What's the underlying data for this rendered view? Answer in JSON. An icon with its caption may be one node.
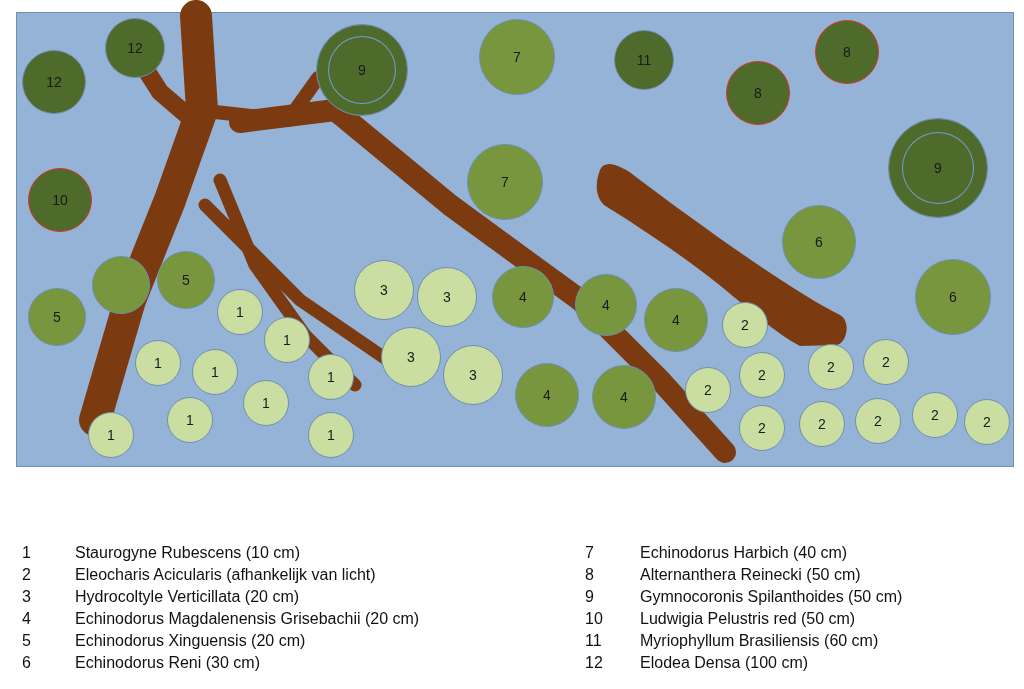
{
  "diagram": {
    "nodes": [
      {
        "text": [
          "12"
        ]
      },
      {
        "text": [
          "8"
        ]
      },
      {
        "text": [
          "7"
        ]
      },
      {
        "text": [
          "11"
        ]
      },
      {
        "text": [
          "9"
        ]
      },
      {
        "text": [
          "12"
        ]
      },
      {
        "text": [
          "8"
        ]
      },
      {
        "text": [
          "9"
        ]
      },
      {
        "text": [
          "7"
        ]
      },
      {
        "text": [
          "10"
        ]
      },
      {
        "text": [
          "6"
        ]
      },
      {
        "text": [
          "5"
        ]
      },
      {
        "text": [],
        "shape": "circle"
      },
      {
        "text": [
          "3"
        ]
      },
      {
        "text": [
          "3"
        ]
      },
      {
        "text": [
          "4"
        ]
      },
      {
        "text": [
          "6"
        ]
      },
      {
        "text": [
          "4"
        ]
      },
      {
        "text": [
          "1"
        ]
      },
      {
        "text": [
          "5"
        ]
      },
      {
        "text": [
          "4"
        ]
      },
      {
        "text": [
          "2"
        ]
      },
      {
        "text": [
          "1"
        ]
      },
      {
        "text": [
          "3"
        ]
      },
      {
        "text": [
          "2"
        ]
      },
      {
        "text": [
          "1"
        ]
      },
      {
        "text": [
          "2"
        ]
      },
      {
        "text": [
          "1"
        ]
      },
      {
        "text": [
          "3"
        ]
      },
      {
        "text": [
          "2"
        ]
      },
      {
        "text": [
          "1"
        ]
      },
      {
        "text": [
          "2"
        ]
      },
      {
        "text": [
          "4"
        ]
      },
      {
        "text": [
          "4"
        ]
      },
      {
        "text": [
          "1"
        ]
      },
      {
        "text": [
          "2"
        ]
      },
      {
        "text": [
          "2"
        ]
      },
      {
        "text": [
          "2"
        ]
      },
      {
        "text": [
          "1"
        ]
      },
      {
        "text": [
          "2"
        ]
      },
      {
        "text": [
          "2"
        ]
      },
      {
        "text": [
          "1"
        ]
      },
      {
        "text": [
          "1"
        ]
      }
    ],
    "labels": [
      "1",
      "Staurogyne Rubescens (10 cm)",
      "7",
      "Echinodorus Harbich (40 cm)",
      "2",
      "Eleocharis Acicularis (afhankelijk van licht)",
      "8",
      "Alternanthera Reinecki (50 cm)",
      "3",
      "Hydrocoltyle Verticillata (20 cm)",
      "9",
      "Gymnocoronis Spilanthoides (50 cm)",
      "4",
      "Echinodorus Magdalenensis Grisebachii (20 cm)",
      "10",
      "Ludwigia Pelustris red (50 cm)",
      "5",
      "Echinodorus Xinguensis (20 cm)",
      "11",
      "Myriophyllum Brasiliensis (60 cm)",
      "6",
      "Echinodorus Reni (30 cm)",
      "12",
      "Elodea Densa (100 cm)"
    ]
  }
}
